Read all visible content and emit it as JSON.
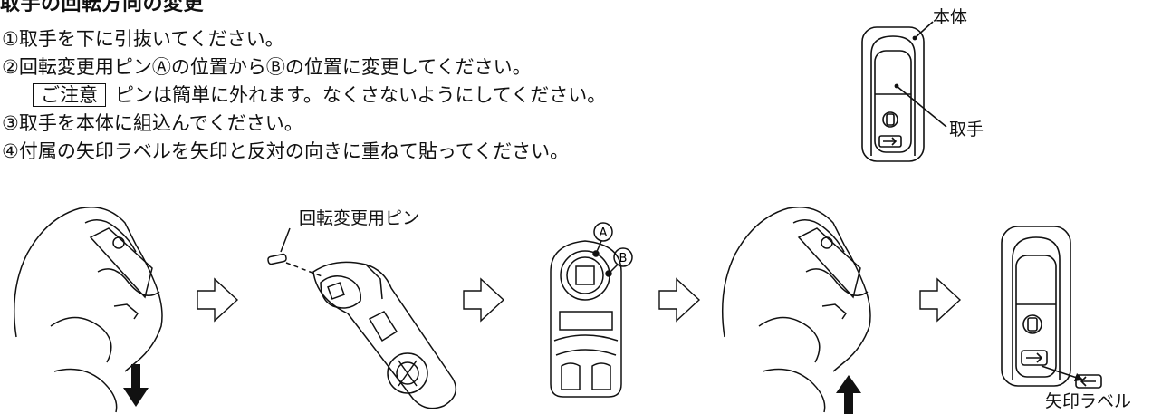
{
  "title": "取手の回転方向の変更",
  "steps": [
    "①取手を下に引抜いてください。",
    "②回転変更用ピンⒶの位置からⒷの位置に変更してください。",
    "③取手を本体に組込んでください。",
    "④付属の矢印ラベルを矢印と反対の向きに重ねて貼ってください。"
  ],
  "notice": {
    "label": "ご注意",
    "text": "ピンは簡単に外れます。なくさないようにしてください。"
  },
  "labels": {
    "body": "本体",
    "handle": "取手",
    "pin": "回転変更用ピン",
    "pos_a": "A",
    "pos_b": "B",
    "arrow_label": "矢印ラベル"
  },
  "colors": {
    "line": "#111111",
    "arrow_fill": "#ffffff"
  }
}
